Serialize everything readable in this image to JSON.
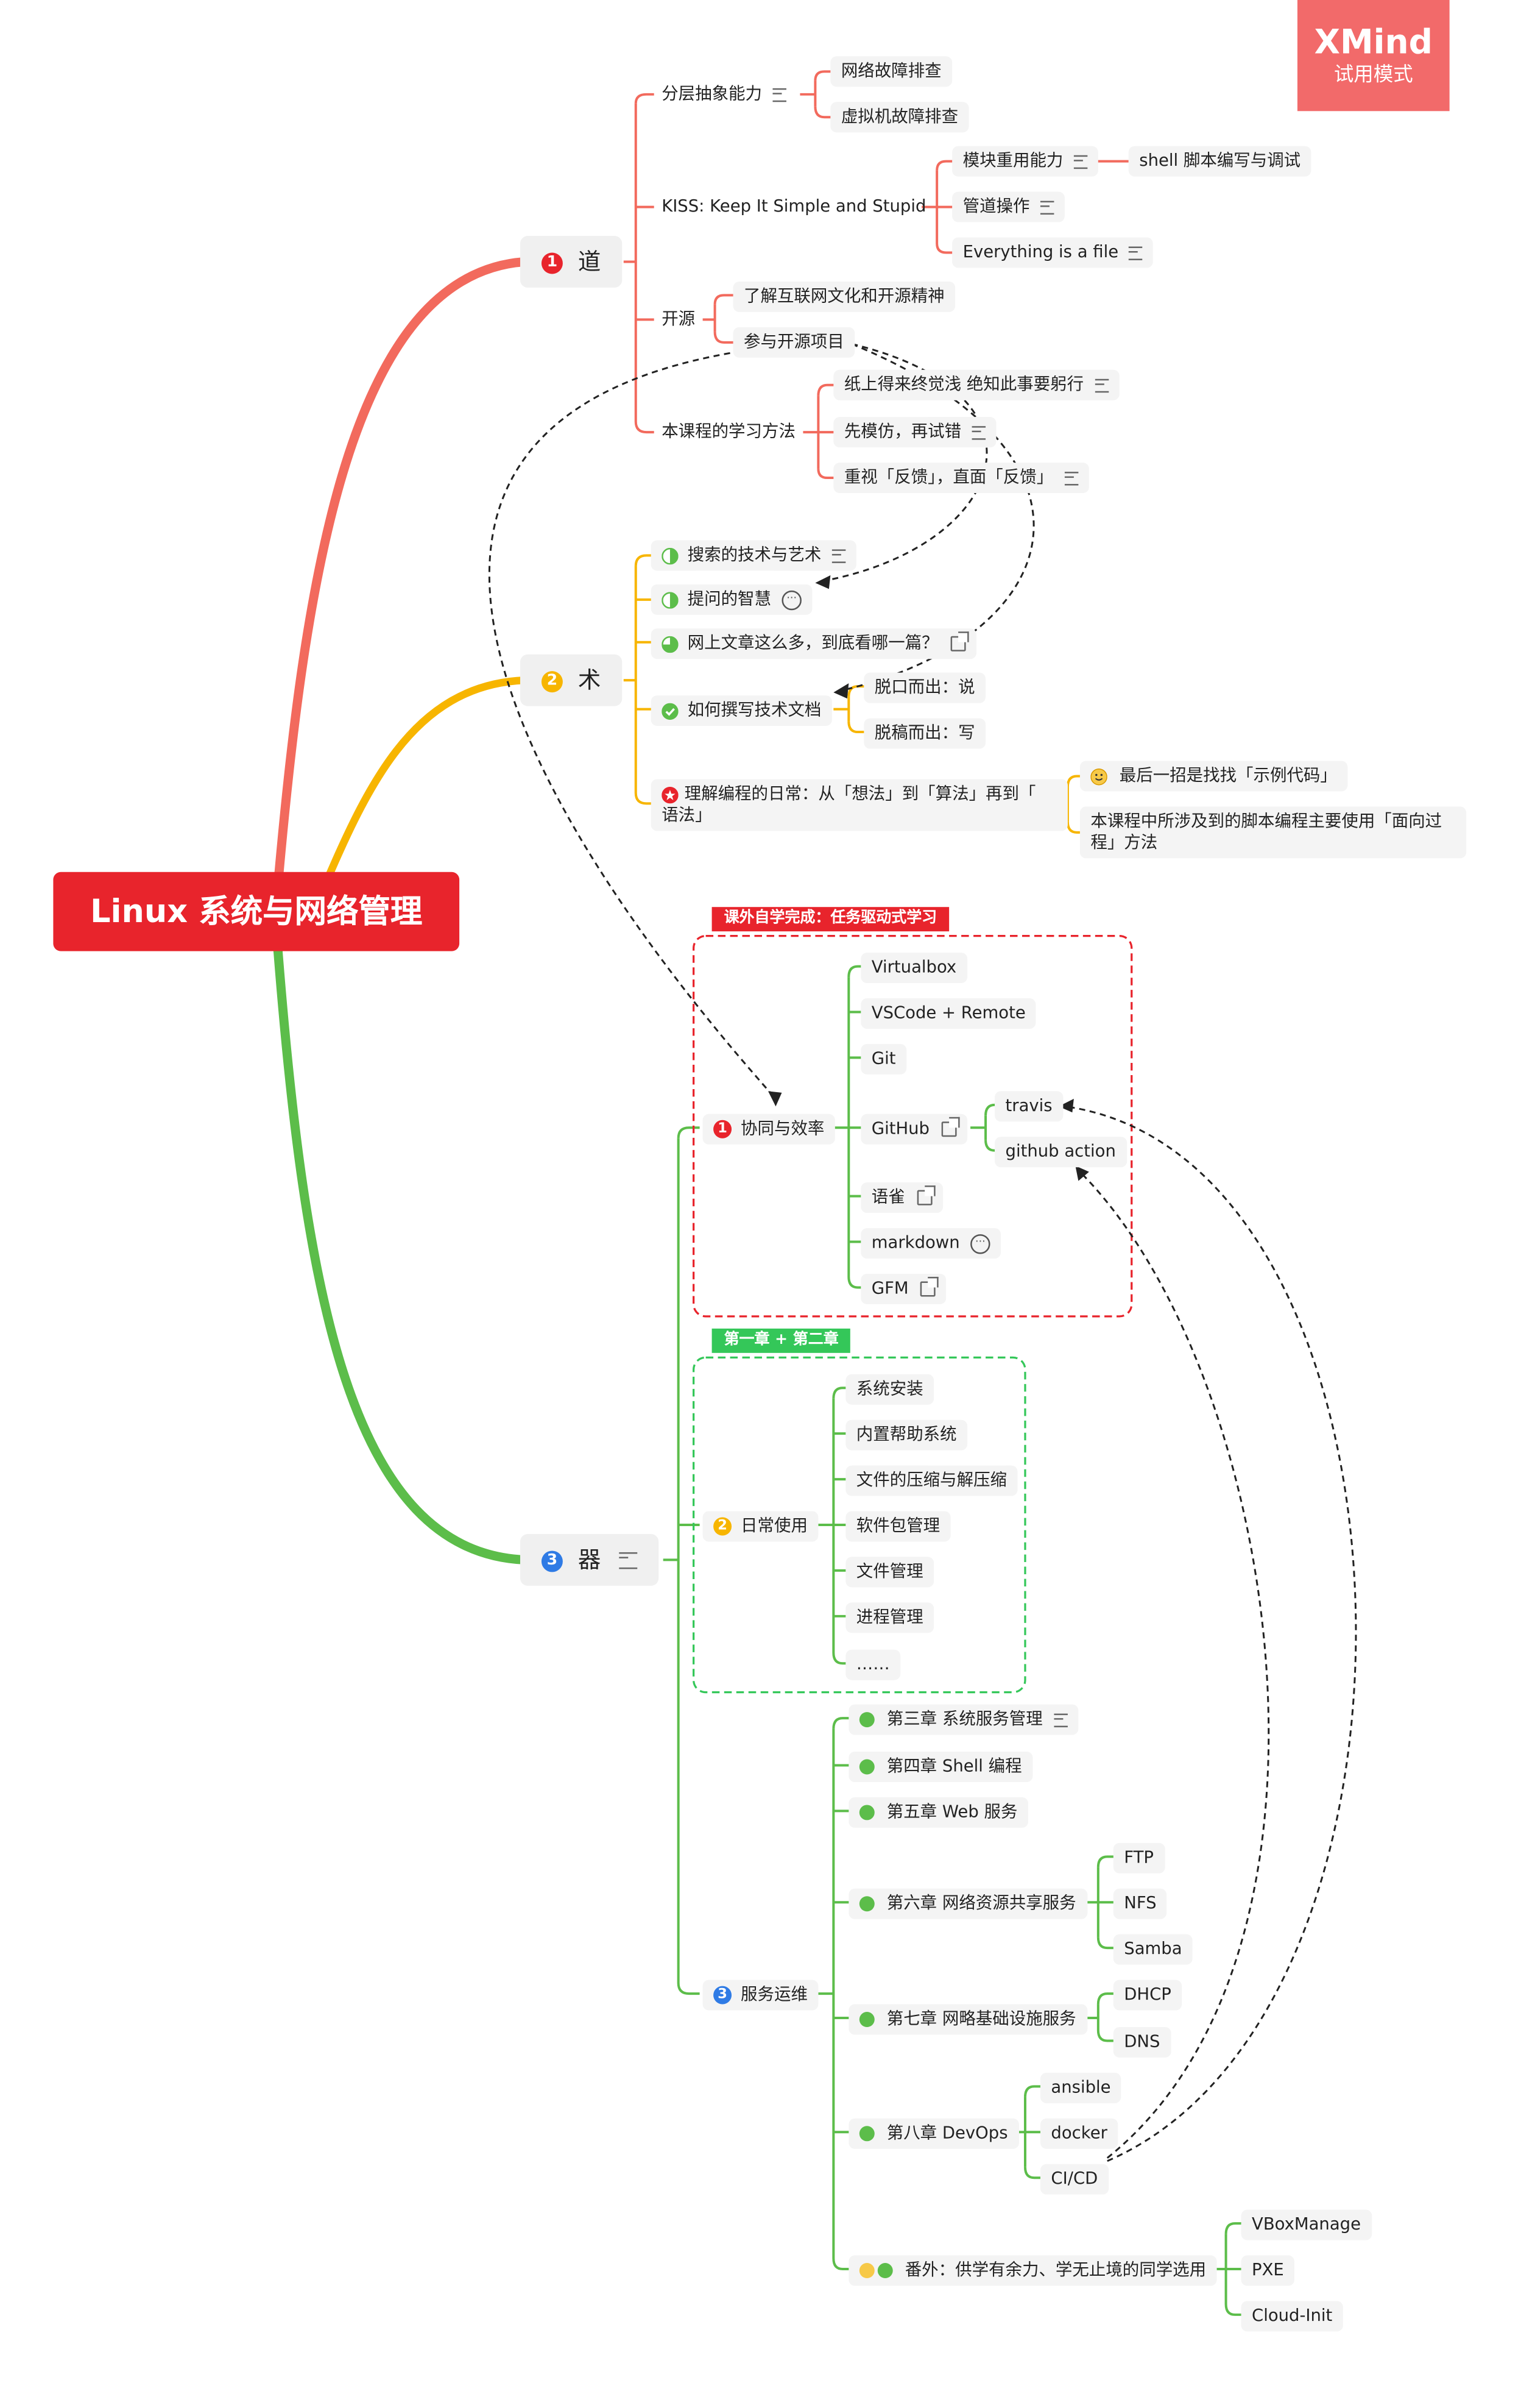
{
  "watermark": {
    "brand": "XMind",
    "mode": "试用模式"
  },
  "root": {
    "label": "Linux 系统与网络管理"
  },
  "branches": {
    "dao": {
      "num": "1",
      "label": "道",
      "color": "#f26a5d",
      "items": {
        "layer": {
          "label": "分层抽象能力",
          "children": [
            "网络故障排查",
            "虚拟机故障排查"
          ]
        },
        "kiss": {
          "label": "KISS: Keep It Simple and Stupid",
          "children": [
            "模块重用能力",
            "管道操作",
            "Everything is a file"
          ],
          "sub": "shell 脚本编写与调试"
        },
        "open": {
          "label": "开源",
          "children": [
            "了解互联网文化和开源精神",
            "参与开源项目"
          ]
        },
        "method": {
          "label": "本课程的学习方法",
          "children": [
            "纸上得来终觉浅 绝知此事要躬行",
            "先模仿，再试错",
            "重视「反馈」，直面「反馈」"
          ]
        }
      }
    },
    "shu": {
      "num": "2",
      "label": "术",
      "color": "#f7b500",
      "items": {
        "search": {
          "label": "搜索的技术与艺术"
        },
        "ask": {
          "label": "提问的智慧"
        },
        "articles": {
          "label": "网上文章这么多，到底看哪一篇？"
        },
        "docs": {
          "label": "如何撰写技术文档",
          "children": [
            "脱口而出：说",
            "脱稿而出：写"
          ]
        },
        "daily": {
          "label": "理解编程的日常：从「想法」到「算法」再到「",
          "label2": "语法」",
          "children": [
            "最后一招是找找「示例代码」",
            "本课程中所涉及到的脚本编程主要使用「面向过",
            "程」方法"
          ]
        }
      }
    },
    "qi": {
      "num": "3",
      "label": "器",
      "color": "#5cbd4a",
      "items": {
        "collab": {
          "num": "1",
          "label": "协同与效率",
          "tag": "课外自学完成：任务驱动式学习",
          "children": [
            "Virtualbox",
            "VSCode + Remote",
            "Git",
            "GitHub",
            "语雀",
            "markdown",
            "GFM"
          ],
          "github_children": [
            "travis",
            "github action"
          ]
        },
        "daily": {
          "num": "2",
          "label": "日常使用",
          "tag": "第一章 + 第二章",
          "children": [
            "系统安装",
            "内置帮助系统",
            "文件的压缩与解压缩",
            "软件包管理",
            "文件管理",
            "进程管理",
            "……"
          ]
        },
        "ops": {
          "num": "3",
          "label": "服务运维",
          "children": {
            "ch3": "第三章 系统服务管理",
            "ch4": "第四章 Shell 编程",
            "ch5": "第五章 Web 服务",
            "ch6": "第六章 网络资源共享服务",
            "ch7": "第七章 网略基础设施服务",
            "ch8": "第八章 DevOps",
            "extra": "番外：供学有余力、学无止境的同学选用"
          },
          "ch6_children": [
            "FTP",
            "NFS",
            "Samba"
          ],
          "ch7_children": [
            "DHCP",
            "DNS"
          ],
          "ch8_children": [
            "ansible",
            "docker",
            "CI/CD"
          ],
          "extra_children": [
            "VBoxManage",
            "PXE",
            "Cloud-Init"
          ]
        }
      }
    }
  },
  "colors": {
    "root": "#e8242c",
    "red_tag": "#e8242c",
    "green_tag": "#34c759",
    "blue_num": "#2f7be5"
  }
}
